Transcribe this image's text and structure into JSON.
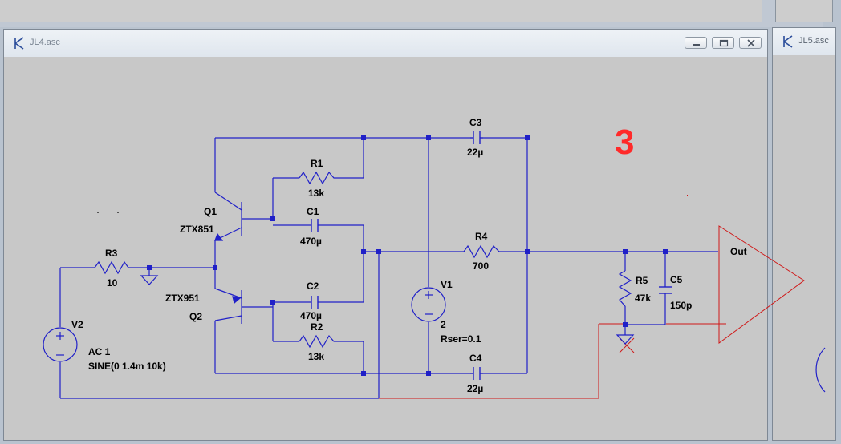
{
  "windows": {
    "main": {
      "title": "JL4.asc"
    },
    "side": {
      "title": "JL5.asc"
    }
  },
  "annotation": {
    "text": "3",
    "color": "#ff2a2a"
  },
  "colors": {
    "wire": "#2020c8",
    "extra_wire": "#d01818",
    "background": "#c8c8c8"
  },
  "components": {
    "Q1": {
      "name": "Q1",
      "model": "ZTX851"
    },
    "Q2": {
      "name": "Q2",
      "model": "ZTX951"
    },
    "R1": {
      "name": "R1",
      "value": "13k"
    },
    "R2": {
      "name": "R2",
      "value": "13k"
    },
    "R3": {
      "name": "R3",
      "value": "10"
    },
    "R4": {
      "name": "R4",
      "value": "700"
    },
    "R5": {
      "name": "R5",
      "value": "47k"
    },
    "C1": {
      "name": "C1",
      "value": "470µ"
    },
    "C2": {
      "name": "C2",
      "value": "470µ"
    },
    "C3": {
      "name": "C3",
      "value": "22µ"
    },
    "C4": {
      "name": "C4",
      "value": "22µ"
    },
    "C5": {
      "name": "C5",
      "value": "150p"
    },
    "V1": {
      "name": "V1",
      "value": "2",
      "extra": "Rser=0.1"
    },
    "V2": {
      "name": "V2",
      "ac": "AC 1",
      "source": "SINE(0 1.4m 10k)"
    }
  },
  "labels": {
    "out": "Out"
  }
}
